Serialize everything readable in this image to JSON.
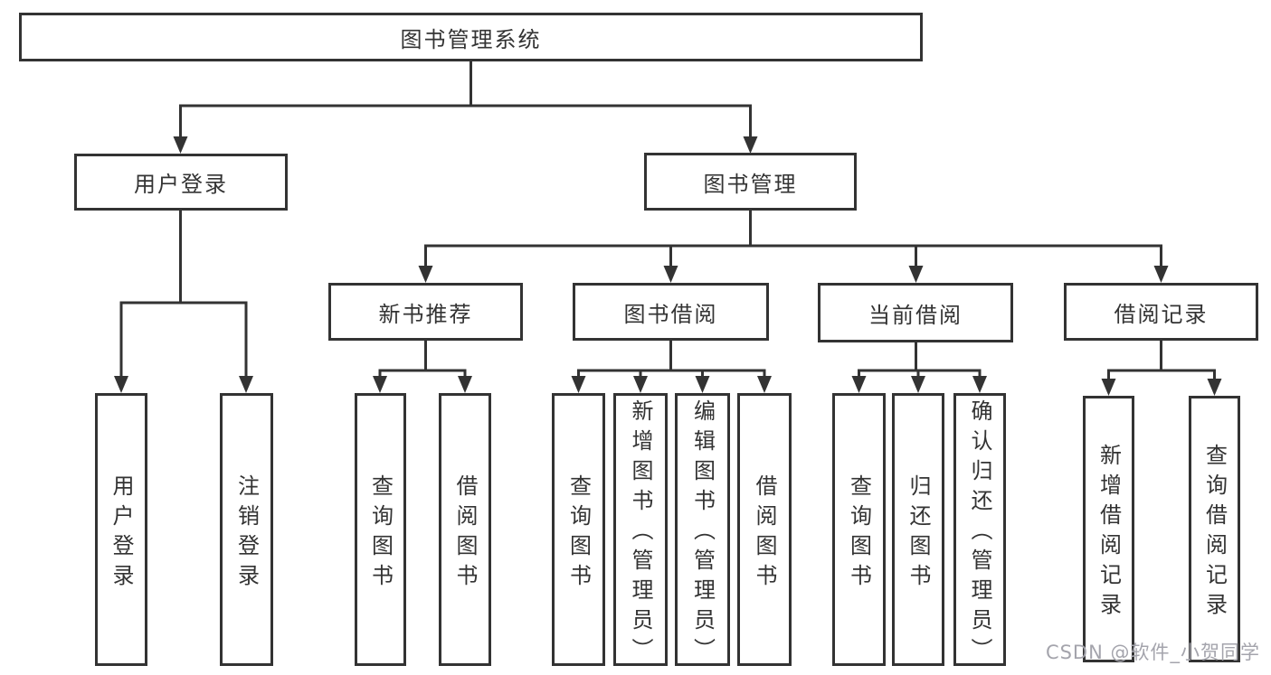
{
  "diagram_type": "feature-structure-tree",
  "colors": {
    "line": "#333333",
    "text": "#333333",
    "box_background": "#ffffff",
    "watermark": "#a4a4ac",
    "page_background": "#ffffff"
  },
  "tree": {
    "label": "图书管理系统",
    "children": [
      {
        "label": "用户登录",
        "children": [
          {
            "label": "用户登录"
          },
          {
            "label": "注销登录"
          }
        ]
      },
      {
        "label": "图书管理",
        "children": [
          {
            "label": "新书推荐",
            "children": [
              {
                "label": "查询图书"
              },
              {
                "label": "借阅图书"
              }
            ]
          },
          {
            "label": "图书借阅",
            "children": [
              {
                "label": "查询图书"
              },
              {
                "label": "新增图书（管理员）"
              },
              {
                "label": "编辑图书（管理员）"
              },
              {
                "label": "借阅图书"
              }
            ]
          },
          {
            "label": "当前借阅",
            "children": [
              {
                "label": "查询图书"
              },
              {
                "label": "归还图书"
              },
              {
                "label": "确认归还（管理员）"
              }
            ]
          },
          {
            "label": "借阅记录",
            "children": [
              {
                "label": "新增借阅记录"
              },
              {
                "label": "查询借阅记录"
              }
            ]
          }
        ]
      }
    ]
  },
  "watermark": {
    "text": "CSDN @软件_小贺同学"
  }
}
